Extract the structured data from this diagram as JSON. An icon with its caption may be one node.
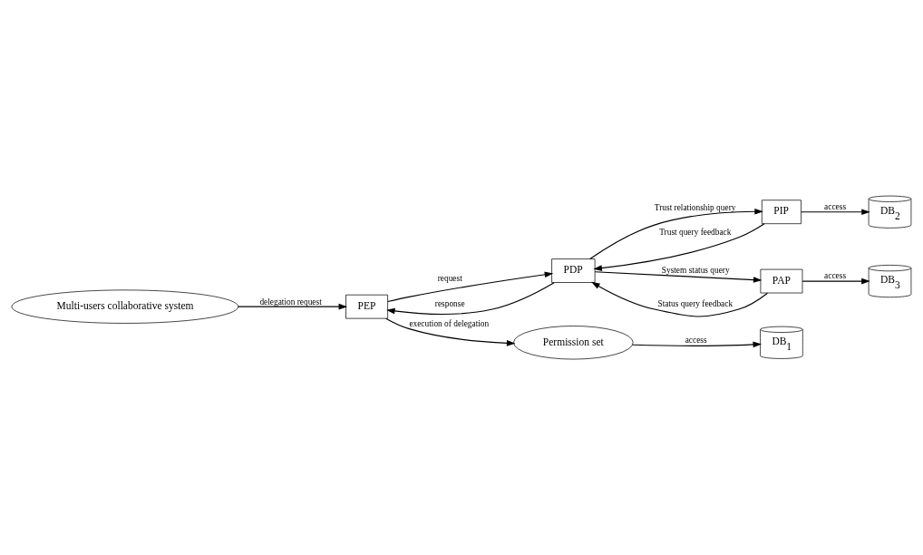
{
  "diagram": {
    "nodes": [
      {
        "text": [
          "Multi-users collaborative system"
        ]
      },
      {
        "text": [
          "PEP"
        ]
      },
      {
        "text": [
          "PDP"
        ]
      },
      {
        "text": [
          "PIP"
        ]
      },
      {
        "text": [
          "PAP"
        ]
      },
      {
        "text": [
          "Permission set"
        ]
      },
      {
        "text": [
          "DB$_{1}$"
        ]
      },
      {
        "text": [
          "DB$_{2}$"
        ]
      },
      {
        "text": [
          "DB$_{3}$"
        ]
      }
    ],
    "edges": [
      {
        "from": 0,
        "to": 1,
        "arrow": "to",
        "label": "delegation request"
      },
      {
        "from": 1,
        "to": 2,
        "arrow": "to",
        "label": "request"
      },
      {
        "from": 2,
        "to": 1,
        "arrow": "to",
        "label": "response"
      },
      {
        "from": 1,
        "to": 5,
        "arrow": "to",
        "label": "execution of delegation"
      },
      {
        "from": 5,
        "to": 6,
        "arrow": "to",
        "label": "access"
      },
      {
        "from": 2,
        "to": 3,
        "arrow": "to",
        "label": "Trust relationship query"
      },
      {
        "from": 3,
        "to": 2,
        "arrow": "to",
        "label": "Trust query feedback"
      },
      {
        "from": 4,
        "to": 2,
        "arrow": "to",
        "label": "Status query feedback"
      },
      {
        "from": 2,
        "to": 4,
        "arrow": "to",
        "label": "System status query"
      },
      {
        "from": 3,
        "to": 7,
        "arrow": "to",
        "label": "access"
      },
      {
        "from": 4,
        "to": 8,
        "arrow": "to",
        "label": "access"
      }
    ]
  }
}
